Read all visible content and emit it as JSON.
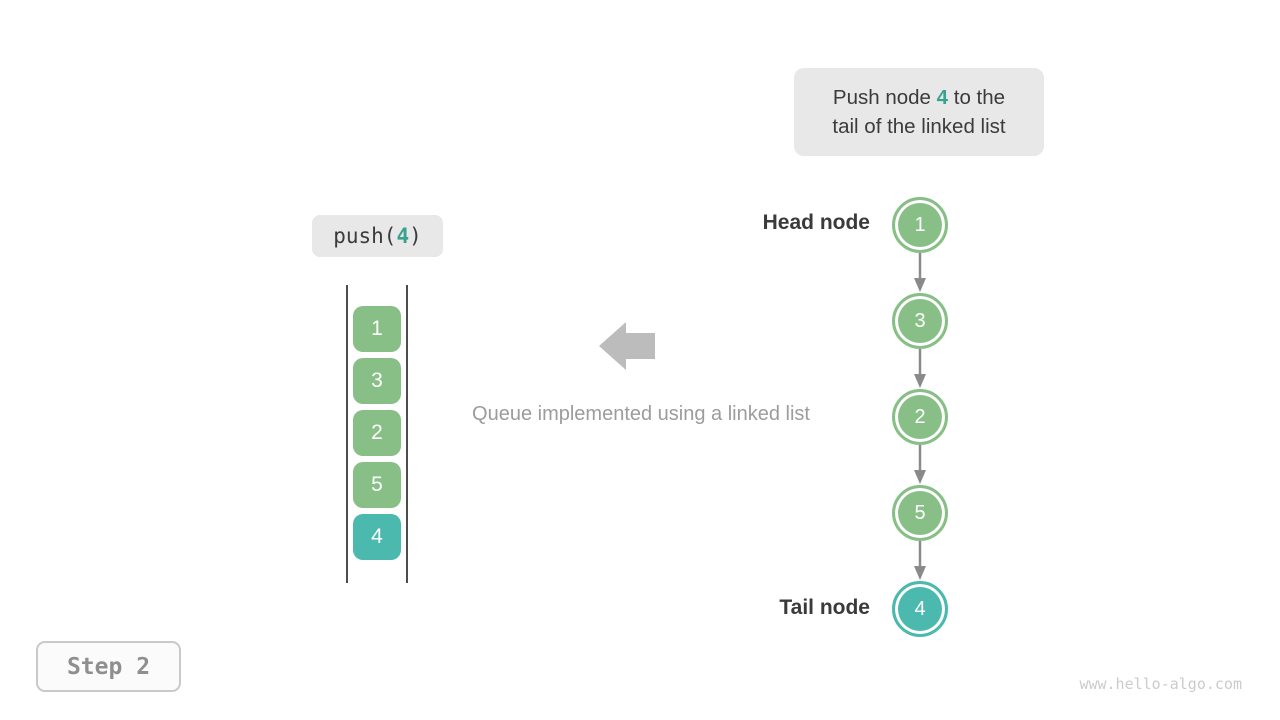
{
  "colors": {
    "node_green": "#87bf87",
    "node_teal": "#4cb9af",
    "accent_text_teal": "#3aa18f",
    "badge_bg": "#e8e8e8",
    "dark_text": "#3b3b3b",
    "block_arrow_gray": "#bcbcbc",
    "connector_gray": "#8a8a8a",
    "caption_gray": "#9c9c9c"
  },
  "callout": {
    "line1_pre": "Push node ",
    "value": "4",
    "line1_post": " to the",
    "line2": "tail of the linked list"
  },
  "push_label": {
    "pre": "push(",
    "value": "4",
    "post": ")"
  },
  "stack": {
    "values": [
      "1",
      "3",
      "2",
      "5",
      "4"
    ]
  },
  "caption": "Queue implemented using a linked list",
  "linked_list": {
    "head_label": "Head node",
    "tail_label": "Tail node",
    "values": [
      "1",
      "3",
      "2",
      "5",
      "4"
    ]
  },
  "step_badge": "Step 2",
  "watermark": "www.hello-algo.com"
}
